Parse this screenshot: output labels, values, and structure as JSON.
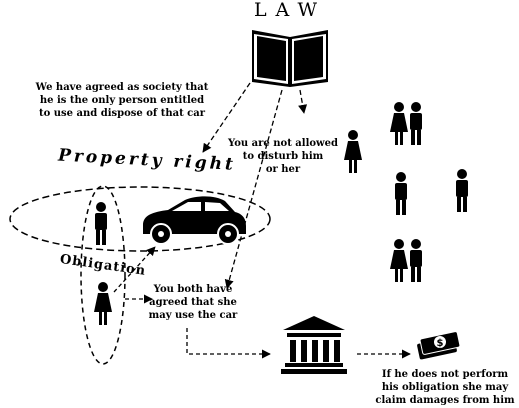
{
  "diagram": {
    "law_title": "LAW",
    "property_right_label": "Property right",
    "obligation_label": "Obligation",
    "society_note": [
      "We have agreed as society that",
      "he is the only person entitled",
      "to use and dispose of that car"
    ],
    "disturb_note": [
      "You are not allowed",
      "to disturb him",
      "or her"
    ],
    "agreement_note": [
      "You both have",
      "agreed that she",
      "may use the car"
    ],
    "damages_note": [
      "If he does not perform",
      "his obligation she may",
      "claim damages from him"
    ],
    "icons": {
      "book": "open-book-icon",
      "car": "car-icon",
      "owner": "man-icon",
      "user": "woman-icon",
      "court": "courthouse-icon",
      "money": "dollar-bill-icon",
      "society": "people-icons"
    },
    "colors": {
      "ink": "#000000",
      "background": "#ffffff"
    }
  }
}
